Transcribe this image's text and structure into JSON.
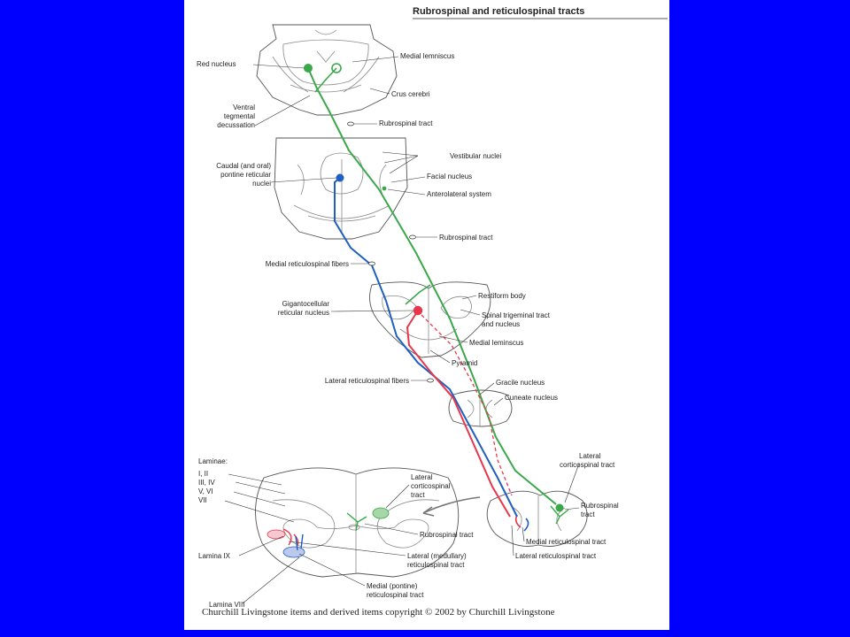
{
  "title": "Rubrospinal and reticulospinal tracts",
  "labels": {
    "red_nucleus": "Red nucleus",
    "medial_lemniscus_top": "Medial lemniscus",
    "crus_cerebri": "Crus cerebri",
    "ventral_tegmental_decussation": [
      "Ventral",
      "tegmental",
      "decussation"
    ],
    "rubrospinal_tract_1": "Rubrospinal tract",
    "vestibular_nuclei": "Vestibular nuclei",
    "caudal_oral_pontine": [
      "Caudal (and oral)",
      "pontine reticular",
      "nuclei"
    ],
    "facial_nucleus": "Facial nucleus",
    "anterolateral_system": "Anterolateral system",
    "rubrospinal_tract_2": "Rubrospinal tract",
    "medial_reticulospinal_fibers": "Medial reticulospinal fibers",
    "restiform_body": "Restiform body",
    "gigantocellular": [
      "Gigantocellular",
      "reticular nucleus"
    ],
    "spinal_trigeminal": [
      "Spinal trigeminal tract",
      "and nucleus"
    ],
    "medial_lemniscus_mid": "Medial leminscus",
    "pyramid": "Pyramid",
    "lateral_reticulospinal_fibers": "Lateral reticulospinal fibers",
    "gracile_nucleus": "Gracile nucleus",
    "cuneate_nucleus": "Cuneate nucleus",
    "lateral_corticospinal_right": [
      "Lateral",
      "corticospinal tract"
    ],
    "rubrospinal_right": [
      "Rubrospinal",
      "tract"
    ],
    "medial_reticulospinal_tract_r": "Medial reticulospinal tract",
    "lateral_reticulospinal_tract_r": "Lateral reticulospinal tract",
    "laminae": "Laminae:",
    "lamina_list": [
      "I, II",
      "III, IV",
      "V, VI",
      "VII"
    ],
    "lamina_ix": "Lamina IX",
    "lamina_viii": "Lamina VIII",
    "lateral_corticospinal_left": [
      "Lateral",
      "corticospinal",
      "tract"
    ],
    "rubrospinal_left": "Rubrospinal tract",
    "lateral_medullary": [
      "Lateral (medullary)",
      "reticulospinal tract"
    ],
    "medial_pontine": [
      "Medial (pontine)",
      "reticulospinal tract"
    ]
  },
  "copyright": "Churchill Livingstone items and derived items copyright © 2002 by Churchill Livingstone",
  "colors": {
    "page_background": "#0000ff",
    "rubrospinal": "#3aa84a",
    "medial_reticulospinal": "#1f5fc0",
    "lateral_reticulospinal": "#e8364d"
  }
}
